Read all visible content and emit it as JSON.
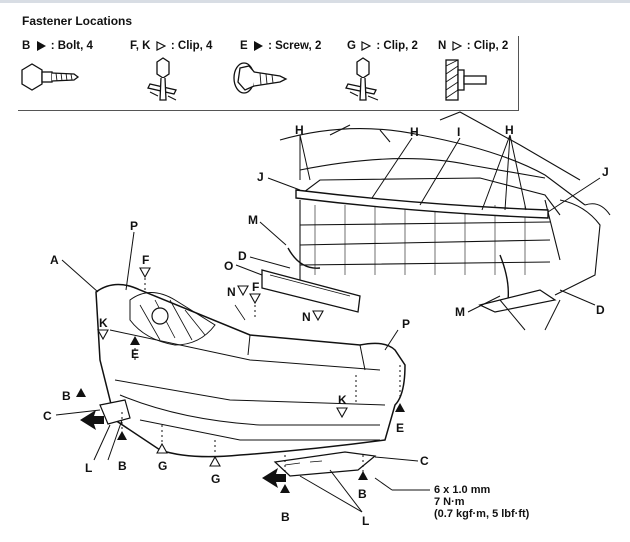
{
  "legend": {
    "title": "Fastener Locations",
    "items": [
      {
        "letter": "B",
        "marker": "filled",
        "text": ": Bolt, 4",
        "icon": "bolt-icon"
      },
      {
        "letter": "F, K",
        "marker": "open",
        "text": ": Clip, 4",
        "icon": "push-clip-icon"
      },
      {
        "letter": "E",
        "marker": "filled",
        "text": ": Screw, 2",
        "icon": "screw-icon"
      },
      {
        "letter": "G",
        "marker": "open",
        "text": ": Clip, 2",
        "icon": "clip-icon"
      },
      {
        "letter": "N",
        "marker": "open",
        "text": ": Clip, 2",
        "icon": "panel-clip-icon"
      }
    ]
  },
  "callouts": {
    "A": "A",
    "C": "C",
    "D": "D",
    "H": "H",
    "I": "I",
    "J": "J",
    "L": "L",
    "M": "M",
    "O": "O",
    "P": "P"
  },
  "markers": {
    "B": "B",
    "E": "E",
    "F": "F",
    "G": "G",
    "K": "K",
    "N": "N"
  },
  "spec": {
    "line1": "6 x 1.0 mm",
    "line2": "7 N·m",
    "line3": "(0.7 kgf·m, 5 lbf·ft)"
  },
  "colors": {
    "line": "#111111",
    "background": "#ffffff"
  }
}
